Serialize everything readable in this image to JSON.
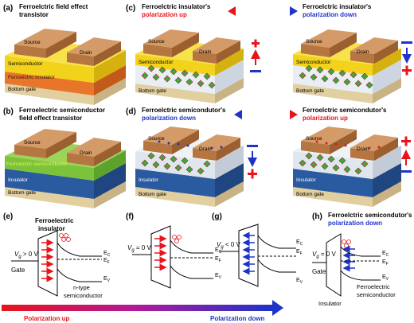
{
  "panels": {
    "a": {
      "letter": "(a)",
      "title_line1": "Ferroelctric field effect",
      "title_line2": "transistor",
      "layers": {
        "source": "Source",
        "drain": "Drain",
        "semiconductor": "Semiconductor",
        "ferro": "Ferroelctric insulator",
        "gate": "Bottom gate"
      }
    },
    "b": {
      "letter": "(b)",
      "title_line1": "Ferroelectric semiconductor",
      "title_line2": "field effect transistor",
      "layers": {
        "source": "Source",
        "drain": "Drain",
        "ferro_semi": "Ferroelctric semiconductor",
        "insulator": "Insulator",
        "gate": "Bottom gate"
      }
    },
    "c": {
      "letter": "(c)",
      "left_title1": "Ferroelctric insulator's",
      "left_title2": "polarization up",
      "right_title1": "Ferroelctric insulator's",
      "right_title2": "polarization down",
      "layers": {
        "source": "Source",
        "drain": "Drain",
        "semiconductor": "Semiconductor",
        "gate": "Bottom gate"
      }
    },
    "d": {
      "letter": "(d)",
      "left_title1": "Ferroelctric semicondutor's",
      "left_title2": "polarization down",
      "right_title1": "Ferroelctric semicondutor's",
      "right_title2": "polarization up",
      "layers": {
        "source": "Source",
        "drain": "Drain",
        "insulator": "Insulator",
        "gate": "Bottom gate"
      }
    },
    "e": {
      "letter": "(e)",
      "top1": "Ferroelectric",
      "top2": "insulator",
      "vg": "V",
      "vg_sub": "g",
      "vg_rest": " > 0 V",
      "gate": "Gate",
      "semi1": "n-type",
      "semi2": "semiconductor"
    },
    "f": {
      "letter": "(f)",
      "vg": "V",
      "vg_sub": "g",
      "vg_rest": " = 0 V"
    },
    "g": {
      "letter": "(g)",
      "vg": "V",
      "vg_sub": "g",
      "vg_rest": " < 0 V"
    },
    "h": {
      "letter": "(h)",
      "title1": "Ferroelctric semicondutor's",
      "title2": "polarization down",
      "vg": "V",
      "vg_sub": "g",
      "vg_rest": " = 0 V",
      "gate": "Gate",
      "insulator": "Insulator",
      "fs1": "Ferroelectric",
      "fs2": "semiconductor"
    }
  },
  "band_labels": {
    "ec": "E",
    "ec_sub": "C",
    "ef": "E",
    "ef_sub": "F",
    "ev": "E",
    "ev_sub": "V"
  },
  "bottom_arrow": {
    "left": "Polarization up",
    "right": "Polarization down"
  },
  "colors": {
    "red": "#e8141c",
    "blue": "#1e33c8",
    "source_drain": "#c98d5a",
    "semiconductor": "#f2d21a",
    "ferro": "#e8762a",
    "gate": "#eedcb0",
    "green_layer": "#7cc23a",
    "insulator": "#2a5aa0"
  }
}
